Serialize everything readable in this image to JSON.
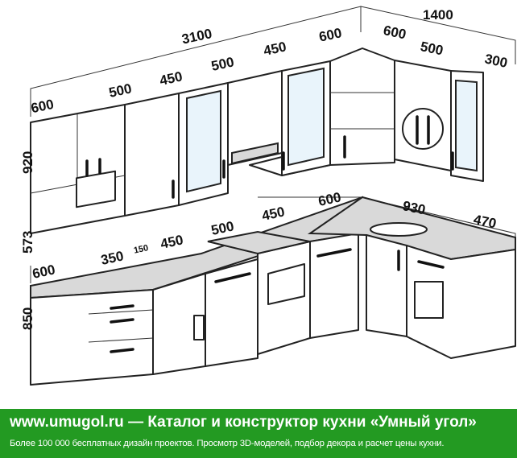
{
  "dimensions": {
    "total_left": "3100",
    "total_right": "1400",
    "upper_left": [
      "600",
      "500",
      "450",
      "500",
      "450",
      "600"
    ],
    "upper_right": [
      "600",
      "500",
      "300"
    ],
    "heights": {
      "upper": "920",
      "gap": "573",
      "base": "850"
    },
    "base_left": [
      "600",
      "350",
      "150",
      "450",
      "500",
      "450",
      "600"
    ],
    "base_right": [
      "930",
      "470"
    ]
  },
  "banner": {
    "title": "www.umugol.ru — Каталог и конструктор кухни «Умный угол»",
    "subtitle": "Более 100 000 бесплатных дизайн проектов. Просмотр 3D-моделей, подбор декора и расчет цены кухни."
  },
  "colors": {
    "banner": "#239a22",
    "glass": "#e9f4fb"
  }
}
